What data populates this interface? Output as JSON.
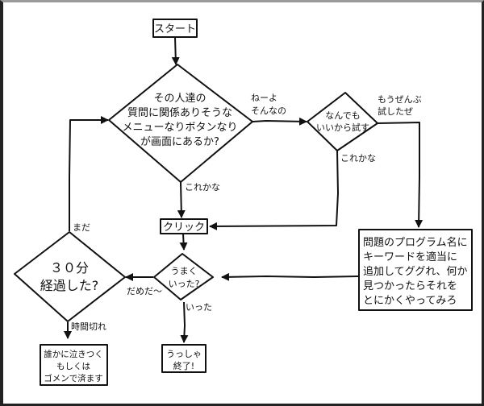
{
  "nodes": {
    "start": {
      "lines": [
        "スタート"
      ]
    },
    "q_menu": {
      "lines": [
        "その人達の",
        "質問に関係ありそうな",
        "メニューなりボタンなり",
        "が画面にあるか?"
      ]
    },
    "try_anything": {
      "lines": [
        "なんでも",
        "いいから試す"
      ]
    },
    "click": {
      "lines": [
        "クリック"
      ]
    },
    "worked": {
      "lines": [
        "うまく",
        "いった?"
      ]
    },
    "thirty_min": {
      "lines": [
        "３０分",
        "経過した?"
      ]
    },
    "google": {
      "lines": [
        "問題のプログラム名に",
        "キーワードを適当に",
        "追加してググれ、何か",
        "見つかったらそれを",
        "とにかくやってみろ"
      ]
    },
    "done": {
      "lines": [
        "うっしゃ",
        "終了!"
      ]
    },
    "give_up": {
      "lines": [
        "誰かに泣きつく",
        "もしくは",
        "ゴメンで済ます"
      ]
    }
  },
  "edge_labels": {
    "menu_no": [
      "ねーよ",
      "そんなの"
    ],
    "menu_yes": "これかな",
    "try_yes": "これかな",
    "try_all_done": [
      "もうぜんぶ",
      "試したぜ"
    ],
    "worked_no": "だめだ〜",
    "worked_yes": "いった",
    "not_yet": "まだ",
    "timeout": "時間切れ"
  }
}
